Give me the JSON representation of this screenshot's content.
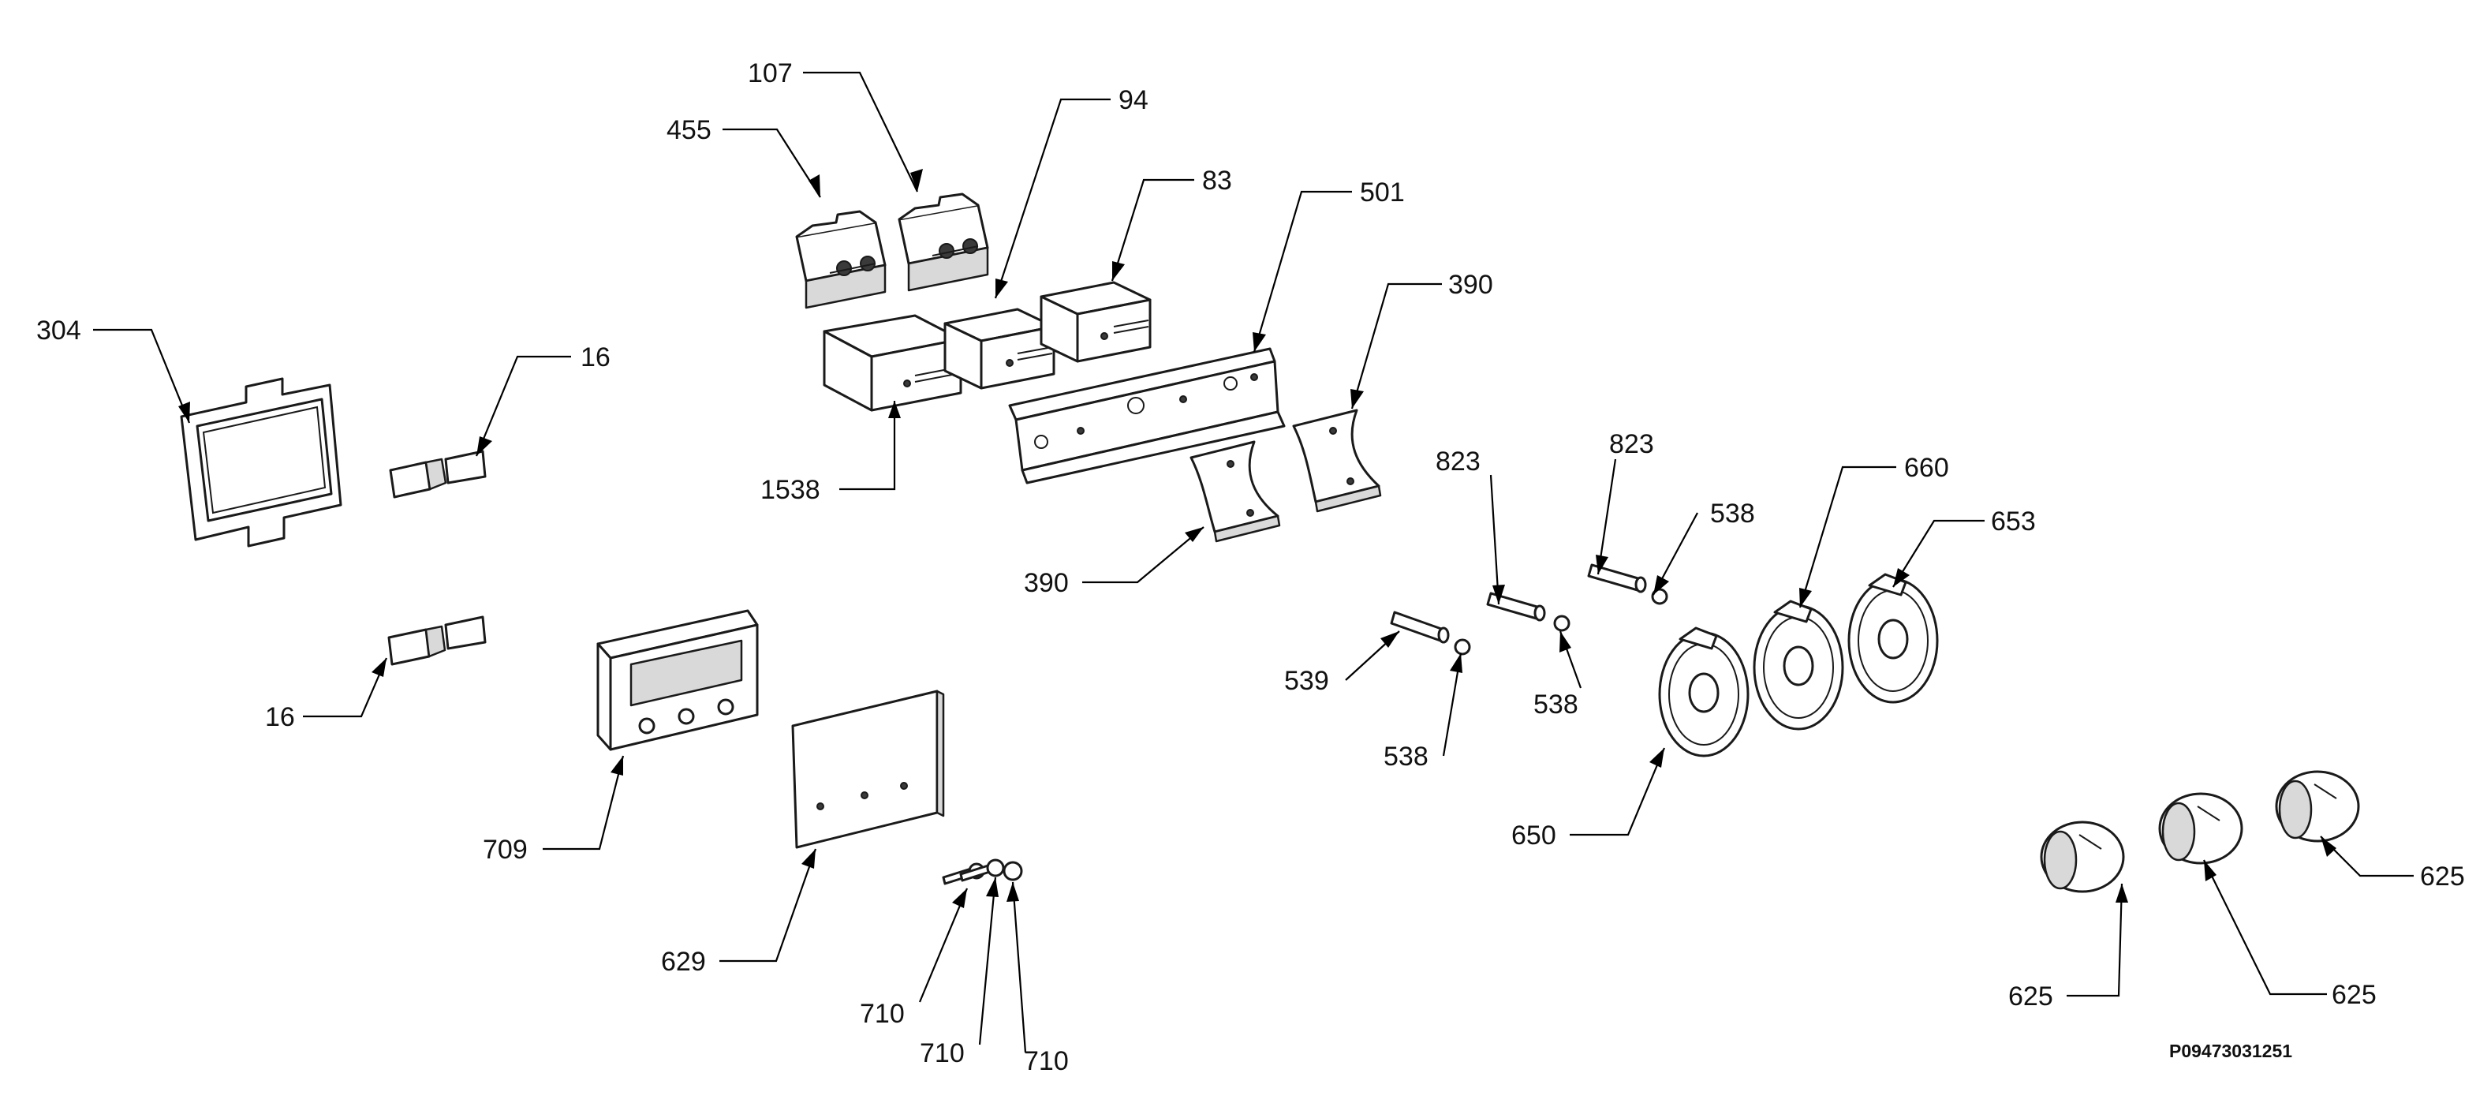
{
  "diagram": {
    "document_id": "P09473031251",
    "callouts": [
      {
        "label": "107"
      },
      {
        "label": "455"
      },
      {
        "label": "94"
      },
      {
        "label": "83"
      },
      {
        "label": "501"
      },
      {
        "label": "390"
      },
      {
        "label": "304"
      },
      {
        "label": "16"
      },
      {
        "label": "1538"
      },
      {
        "label": "390"
      },
      {
        "label": "823"
      },
      {
        "label": "823"
      },
      {
        "label": "538"
      },
      {
        "label": "660"
      },
      {
        "label": "653"
      },
      {
        "label": "539"
      },
      {
        "label": "538"
      },
      {
        "label": "538"
      },
      {
        "label": "16"
      },
      {
        "label": "709"
      },
      {
        "label": "650"
      },
      {
        "label": "629"
      },
      {
        "label": "710"
      },
      {
        "label": "710"
      },
      {
        "label": "710"
      },
      {
        "label": "625"
      },
      {
        "label": "625"
      },
      {
        "label": "625"
      }
    ]
  }
}
